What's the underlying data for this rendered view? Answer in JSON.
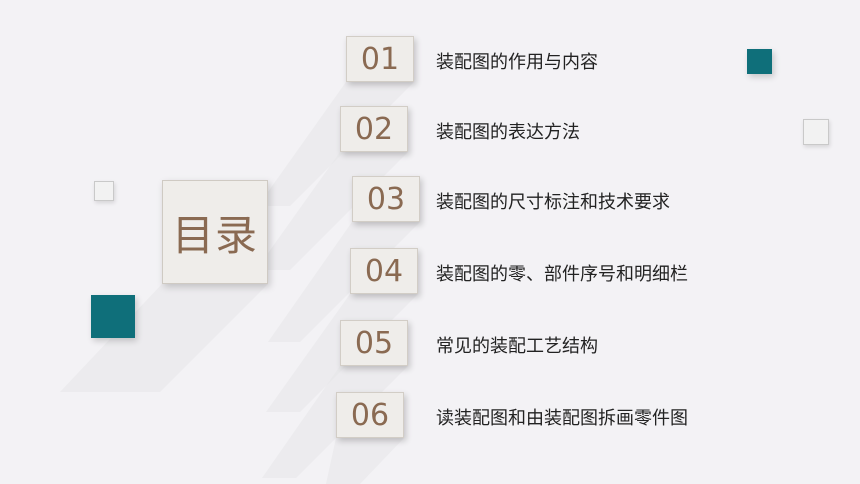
{
  "title": "目录",
  "items": [
    {
      "num": "01",
      "label": "装配图的作用与内容"
    },
    {
      "num": "02",
      "label": "装配图的表达方法"
    },
    {
      "num": "03",
      "label": "装配图的尺寸标注和技术要求"
    },
    {
      "num": "04",
      "label": "装配图的零、部件序号和明细栏"
    },
    {
      "num": "05",
      "label": "常见的装配工艺结构"
    },
    {
      "num": "06",
      "label": "读装配图和由装配图拆画零件图"
    }
  ],
  "colors": {
    "accent_teal": "#0f6f7a",
    "number_text": "#8a6a52",
    "background": "#f3f2f5"
  }
}
